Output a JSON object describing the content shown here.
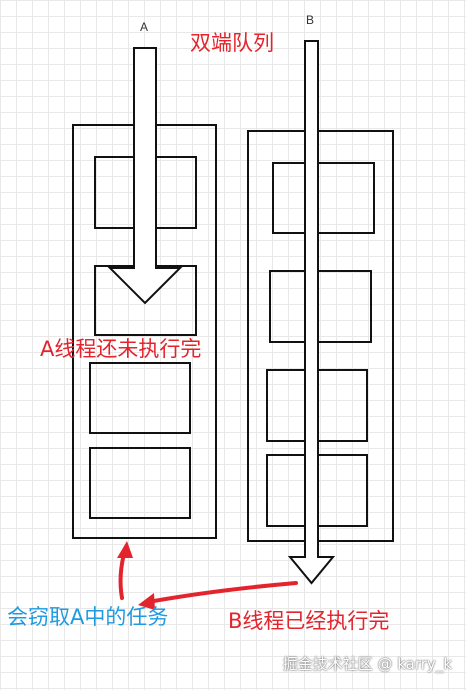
{
  "labels": {
    "thread_a": "A",
    "thread_b": "B",
    "deque_title": "双端队列",
    "a_not_done": "A线程还未执行完",
    "steal_task": "会窃取A中的任务",
    "b_done": "B线程已经执行完"
  },
  "watermark": "掘金技术社区 @ karry_k",
  "colors": {
    "red": "#e4242d",
    "blue": "#1e9be0",
    "stroke": "#111111",
    "grid": "#e8e8e8"
  }
}
